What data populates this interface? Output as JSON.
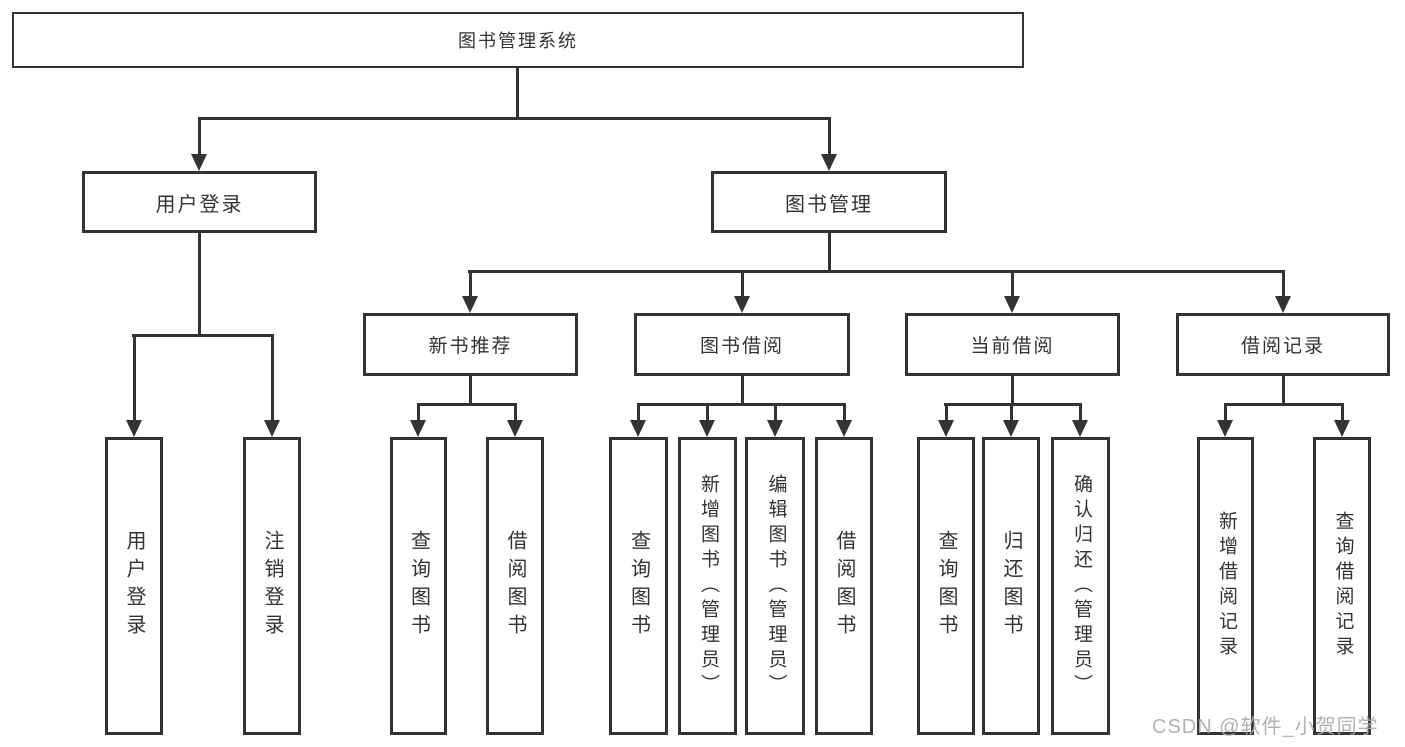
{
  "tree": {
    "root": "图书管理系统",
    "children": [
      {
        "label": "用户登录",
        "children": [
          "用户登录",
          "注销登录"
        ]
      },
      {
        "label": "图书管理",
        "children": [
          {
            "label": "新书推荐",
            "children": [
              "查询图书",
              "借阅图书"
            ]
          },
          {
            "label": "图书借阅",
            "children": [
              "查询图书",
              "新增图书（管理员）",
              "编辑图书（管理员）",
              "借阅图书"
            ]
          },
          {
            "label": "当前借阅",
            "children": [
              "查询图书",
              "归还图书",
              "确认归还（管理员）"
            ]
          },
          {
            "label": "借阅记录",
            "children": [
              "新增借阅记录",
              "查询借阅记录"
            ]
          }
        ]
      }
    ]
  },
  "watermark": "CSDN @软件_小贺同学",
  "colors": {
    "line": "#333333",
    "text": "#333333",
    "box_background": "#ffffff",
    "watermark": "#a8aaaf"
  }
}
